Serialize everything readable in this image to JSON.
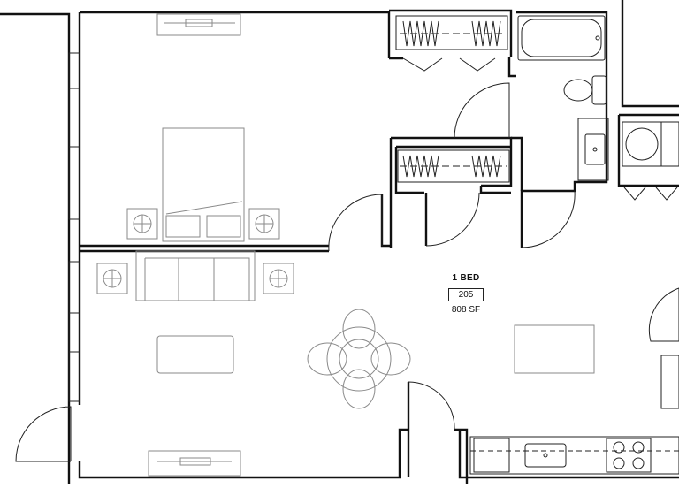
{
  "unit": {
    "name": "1 BED",
    "number": "205",
    "area": "808 SF"
  }
}
